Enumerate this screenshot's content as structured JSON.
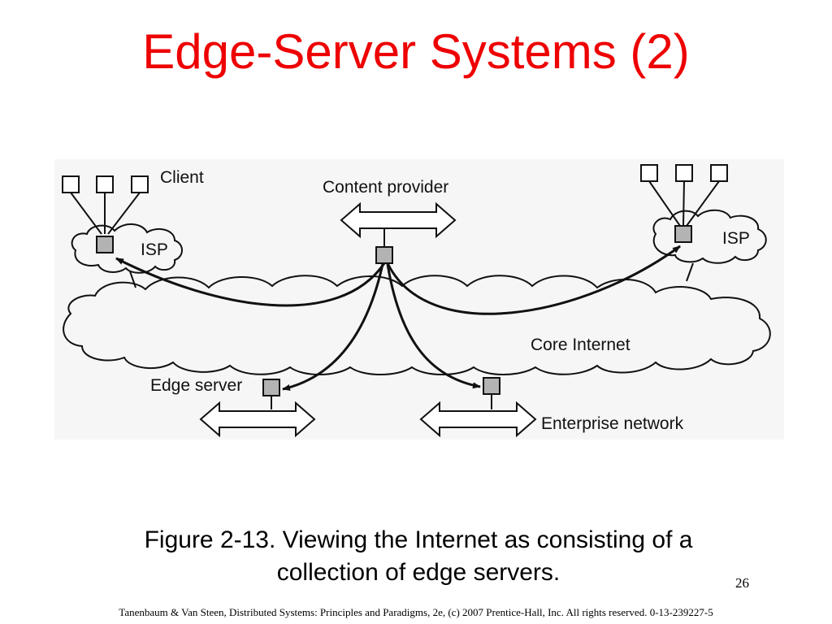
{
  "slide": {
    "title": "Edge-Server Systems (2)",
    "caption_line1": "Figure 2-13. Viewing the Internet as consisting of a",
    "caption_line2": "collection of edge servers.",
    "page_number": "26",
    "footer": "Tanenbaum & Van Steen, Distributed Systems: Principles and Paradigms, 2e, (c) 2007 Prentice-Hall, Inc. All rights reserved. 0-13-239227-5",
    "title_color": "#ee0000"
  },
  "diagram": {
    "labels": {
      "client": "Client",
      "content_provider": "Content provider",
      "isp_left": "ISP",
      "isp_right": "ISP",
      "core_internet": "Core Internet",
      "edge_server": "Edge server",
      "enterprise_network": "Enterprise network"
    },
    "colors": {
      "node_fill": "#b3b3b3",
      "line": "#111111",
      "background": "#f6f6f6"
    }
  }
}
